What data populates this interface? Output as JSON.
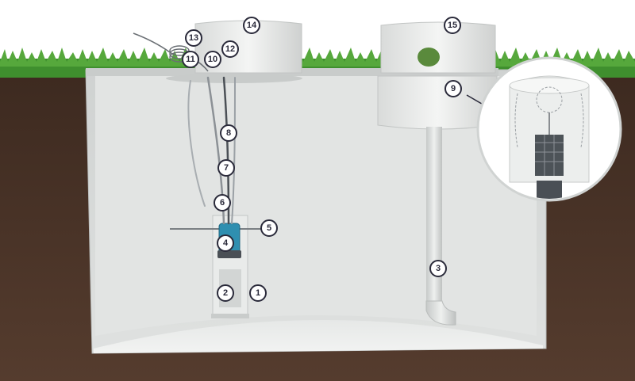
{
  "diagram": {
    "callouts": [
      {
        "id": "c1",
        "label": "1"
      },
      {
        "id": "c2",
        "label": "2"
      },
      {
        "id": "c3",
        "label": "3"
      },
      {
        "id": "c4",
        "label": "4"
      },
      {
        "id": "c5",
        "label": "5"
      },
      {
        "id": "c6",
        "label": "6"
      },
      {
        "id": "c7",
        "label": "7"
      },
      {
        "id": "c8",
        "label": "8"
      },
      {
        "id": "c9",
        "label": "9"
      },
      {
        "id": "c10",
        "label": "10"
      },
      {
        "id": "c11",
        "label": "11"
      },
      {
        "id": "c12",
        "label": "12"
      },
      {
        "id": "c13",
        "label": "13"
      },
      {
        "id": "c14",
        "label": "14"
      },
      {
        "id": "c15",
        "label": "15"
      }
    ],
    "colors": {
      "soil": "#4a3428",
      "grass": "#3f8f2e",
      "tank": "#d7d9d8",
      "pump": "#2f8fb0",
      "outline": "#2a2a3a"
    }
  }
}
